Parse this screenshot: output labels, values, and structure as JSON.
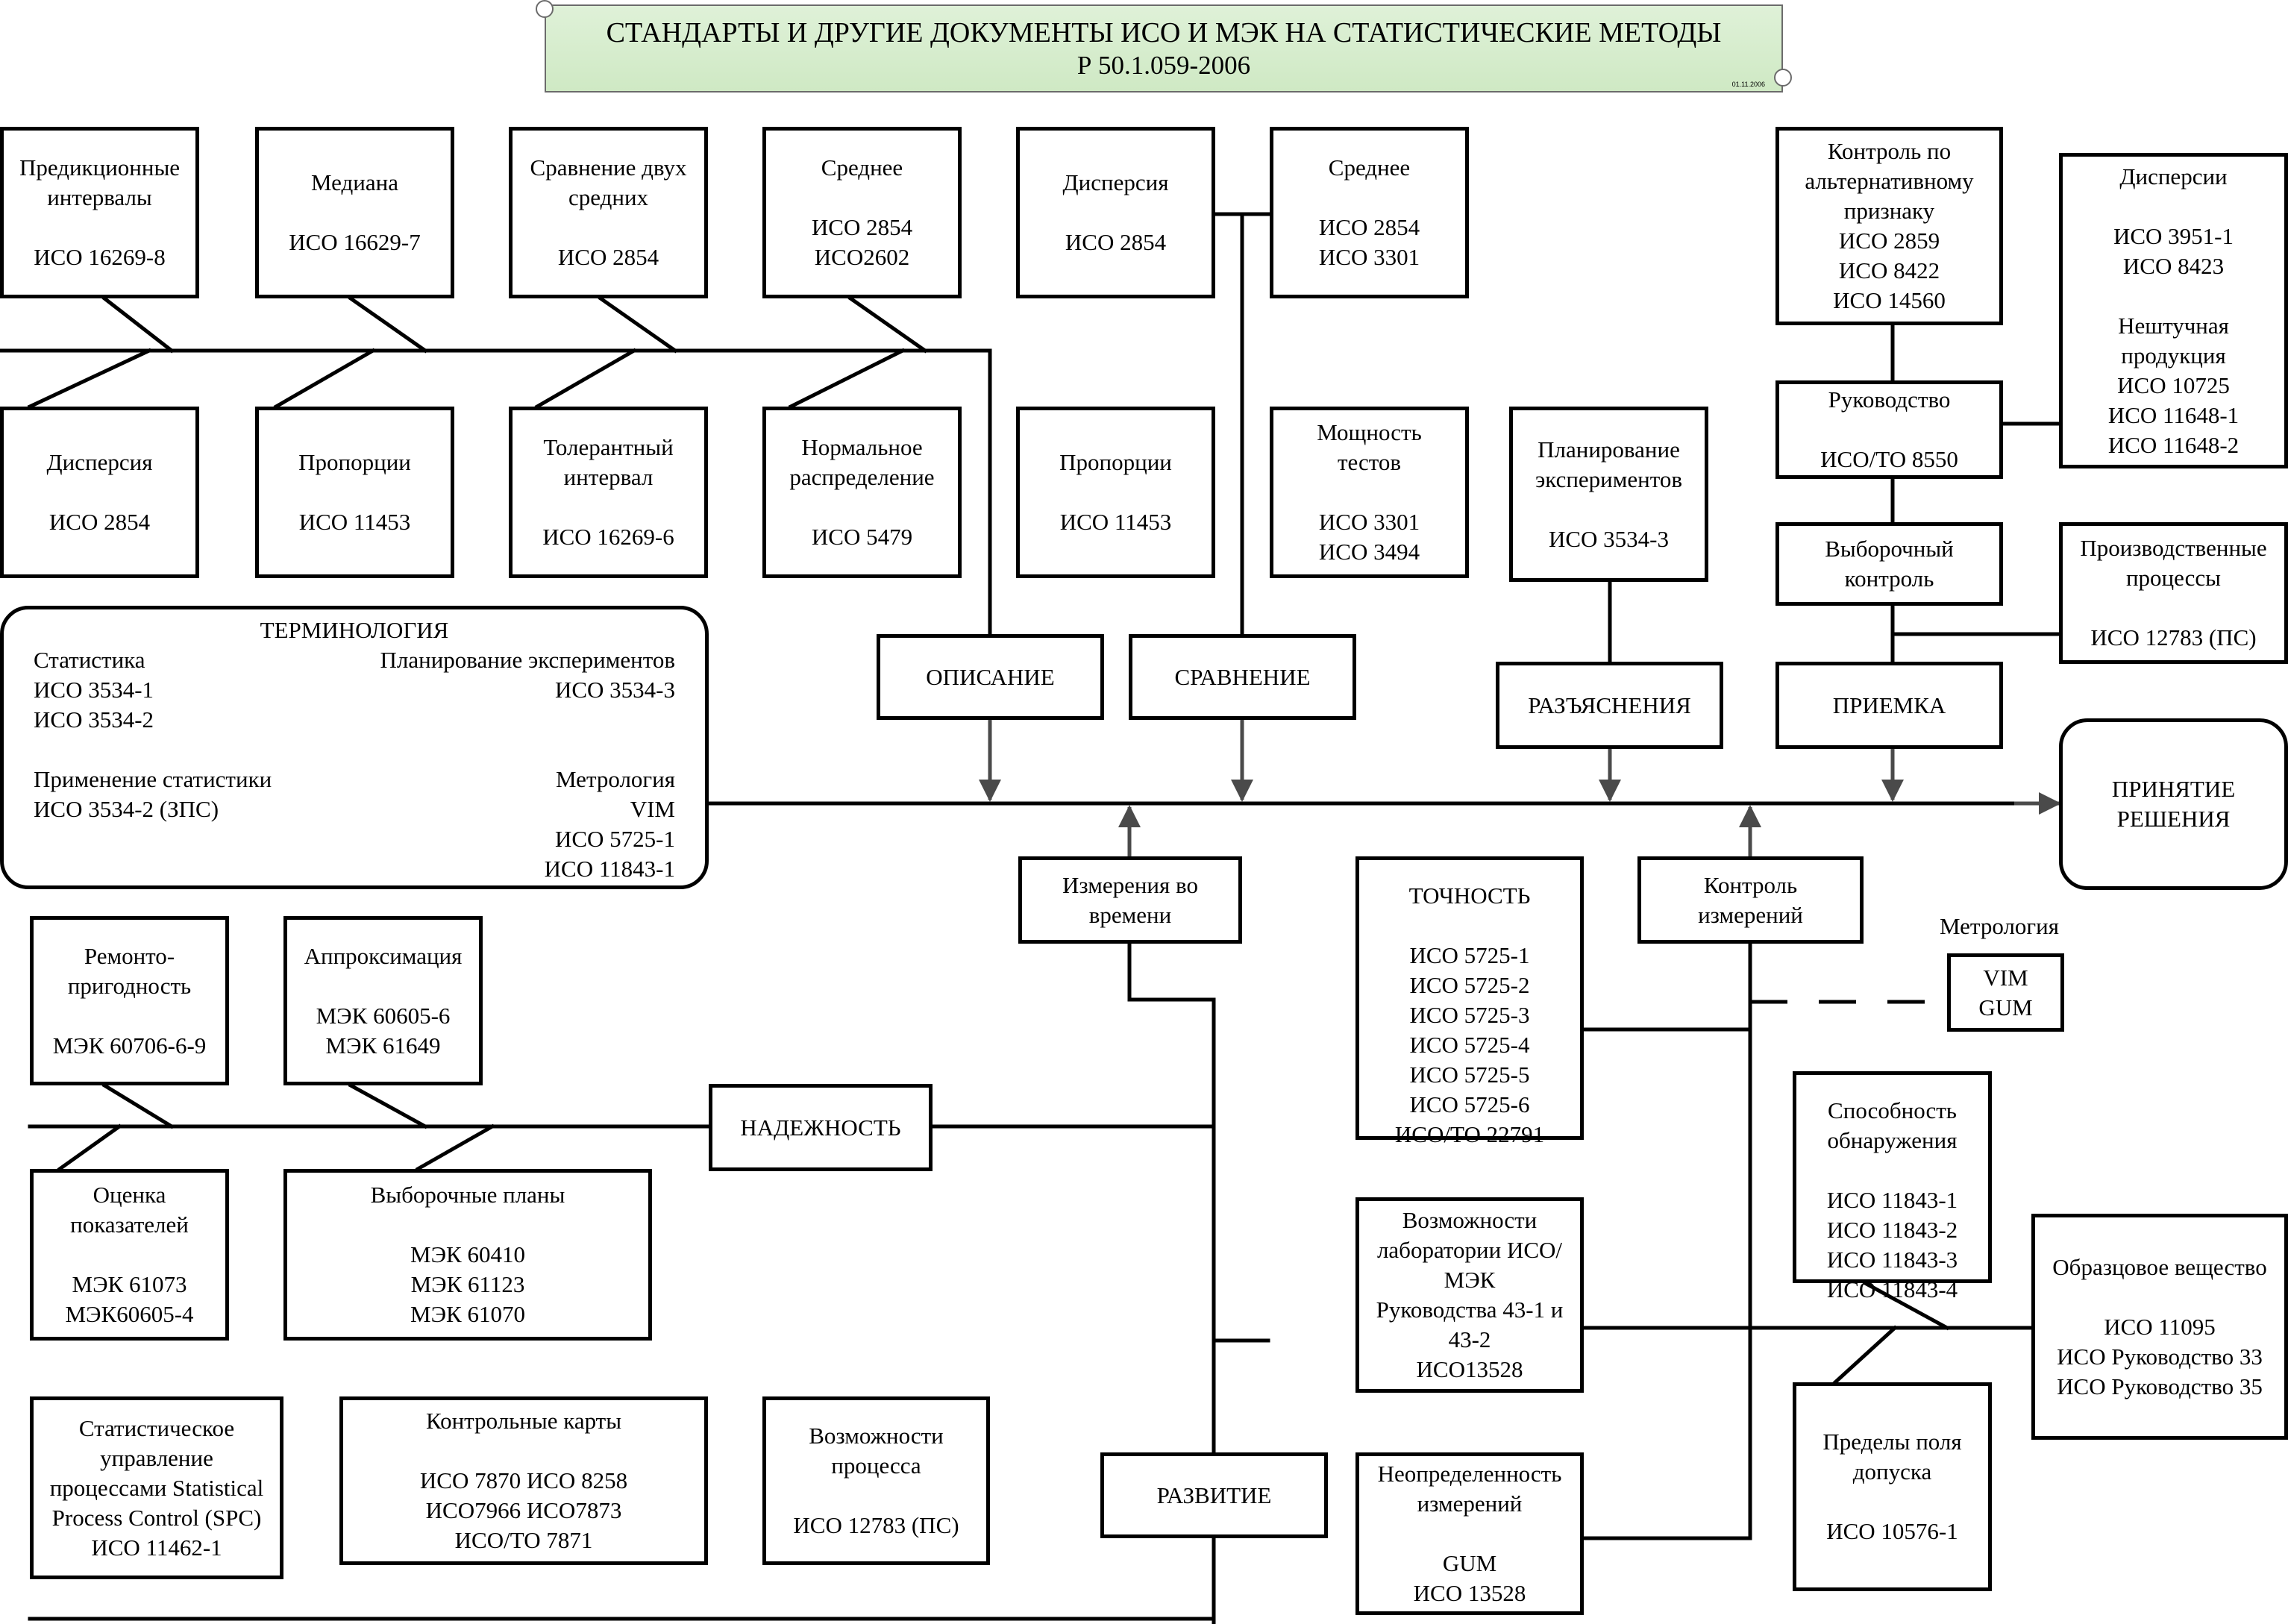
{
  "title": {
    "line1": "СТАНДАРТЫ И ДРУГИЕ ДОКУМЕНТЫ ИСО И МЭК НА СТАТИСТИЧЕСКИЕ МЕТОДЫ",
    "line2": "Р 50.1.059-2006",
    "stamp": "01.11.2006"
  },
  "boxes": {
    "predictive_intervals": "Предикционные\nинтервалы\n\nИСО 16269-8",
    "median": "Медиана\n\nИСО 16629-7",
    "compare_two_means": "Сравнение двух\nсредних\n\nИСО 2854",
    "mean_desc": "Среднее\n\nИСО 2854\nИСО2602",
    "dispersion_cmp": "Дисперсия\n\nИСО 2854",
    "mean_cmp": "Среднее\n\nИСО 2854\nИСО 3301",
    "alt_control": "Контроль по\nальтернативному\nпризнаку\nИСО 2859\nИСО 8422\nИСО 14560",
    "dispersions_right": "Дисперсии\n\nИСО 3951-1\nИСО 8423\n\nНештучная\nпродукция\nИСО 10725\nИСО 11648-1\nИСО 11648-2",
    "dispersion_desc": "Дисперсия\n\nИСО 2854",
    "proportions_desc": "Пропорции\n\nИСО 11453",
    "tolerance_interval": "Толерантный\nинтервал\n\nИСО 16269-6",
    "normal_distribution": "Нормальное\nраспределение\n\nИСО 5479",
    "proportions_cmp": "Пропорции\n\nИСО 11453",
    "test_power": "Мощность\nтестов\n\nИСО 3301\nИСО 3494",
    "experiment_planning": "Планирование\nэкспериментов\n\nИСО 3534-3",
    "guidance": "Руководство\n\nИСО/ТО 8550",
    "sampling_control": "Выборочный\nконтроль",
    "production_processes": "Производственные\nпроцессы\n\nИСО 12783 (ПС)",
    "description": "ОПИСАНИЕ",
    "comparison": "СРАВНЕНИЕ",
    "explanations": "РАЗЪЯСНЕНИЯ",
    "acceptance": "ПРИЕМКА",
    "decision": "ПРИНЯТИЕ\nРЕШЕНИЯ",
    "time_measurements": "Измерения во\nвремени",
    "accuracy": "ТОЧНОСТЬ\n\nИСО 5725-1\nИСО 5725-2\nИСО 5725-3\nИСО 5725-4\nИСО 5725-5\nИСО 5725-6\nИСО/ТО 22791",
    "measurement_control": "Контроль\nизмерений",
    "vim_gum": "VIM\nGUM",
    "maintainability": "Ремонто-\nпригодность\n\nМЭК 60706-6-9",
    "approximation": "Аппроксимация\n\nМЭК 60605-6\nМЭК 61649",
    "reliability": "НАДЕЖНОСТЬ",
    "indicator_estimation": "Оценка\nпоказателей\n\nМЭК 61073\nМЭК60605-4",
    "sampling_plans": "Выборочные планы\n\nМЭК 60410\nМЭК 61123\nМЭК 61070",
    "lab_capabilities": "Возможности\nлаборатории ИСО/\nМЭК\nРуководства 43-1 и\n43-2\nИСО13528",
    "detection_capability": "Способность\nобнаружения\n\nИСО 11843-1\nИСО 11843-2\nИСО 11843-3\nИСО 11843-4",
    "reference_material": "Образцовое вещество\n\nИСО 11095\nИСО Руководство 33\nИСО Руководство 35",
    "spc": "Статистическое\nуправление\nпроцессами Statistical\nProcess Control (SPC)\nИСО 11462-1",
    "control_charts": "Контрольные карты\n\nИСО 7870    ИСО 8258\nИСО7966   ИСО7873\nИСО/ТО 7871",
    "process_capability": "Возможности\nпроцесса\n\nИСО 12783 (ПС)",
    "development": "РАЗВИТИЕ",
    "measurement_uncertainty": "Неопределенность\nизмерений\n\nGUM\nИСО 13528",
    "tolerance_limits": "Пределы поля\nдопуска\n\nИСО 10576-1"
  },
  "metrology_label": "Метрология",
  "terminology": {
    "heading": "ТЕРМИНОЛОГИЯ",
    "statistics": "Статистика\nИСО 3534-1\nИСО 3534-2",
    "experiments": "Планирование экспериментов\nИСО 3534-3",
    "applied": "Применение статистики\nИСО 3534-2 (ЗПС)",
    "metrology": "Метрология\nVIM\nИСО 5725-1\nИСО 11843-1"
  }
}
